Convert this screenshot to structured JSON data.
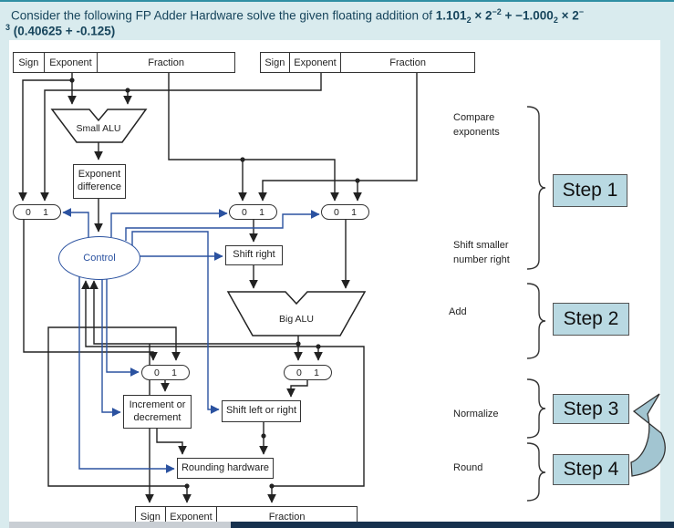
{
  "header": {
    "intro": "Consider the following FP Adder Hardware solve the given floating addition of ",
    "m_a": "1.101",
    "m_a_sub": "2",
    "m_b": " × 2",
    "m_b_sup": "−2",
    "m_c": " + −1.000",
    "m_c_sub": "2",
    "m_d": " × 2",
    "m_d_sup": "−",
    "line2_sup": "3",
    "line2_rest": " (0.40625 + -0.125)"
  },
  "registers": {
    "sign": "Sign",
    "exponent": "Exponent",
    "fraction": "Fraction"
  },
  "blocks": {
    "small_alu": "Small ALU",
    "exp_diff_1": "Exponent",
    "exp_diff_2": "difference",
    "control": "Control",
    "shift_right": "Shift right",
    "big_alu": "Big ALU",
    "incr_1": "Increment or",
    "incr_2": "decrement",
    "shift_left_right": "Shift left or right",
    "rounding": "Rounding hardware"
  },
  "muxes": {
    "zero": "0",
    "one": "1"
  },
  "steps": {
    "step1": "Step 1",
    "step2": "Step 2",
    "step3": "Step 3",
    "step4": "Step 4"
  },
  "side_labels": {
    "compare_1": "Compare",
    "compare_2": "exponents",
    "shift_1": "Shift smaller",
    "shift_2": "number right",
    "add": "Add",
    "normalize": "Normalize",
    "round": "Round"
  },
  "colors": {
    "wire_black": "#222222",
    "wire_blue": "#2b52a0",
    "step_fill": "#b9d9e2",
    "background": "#d9ebee",
    "bottom_bar": "#16314e"
  }
}
